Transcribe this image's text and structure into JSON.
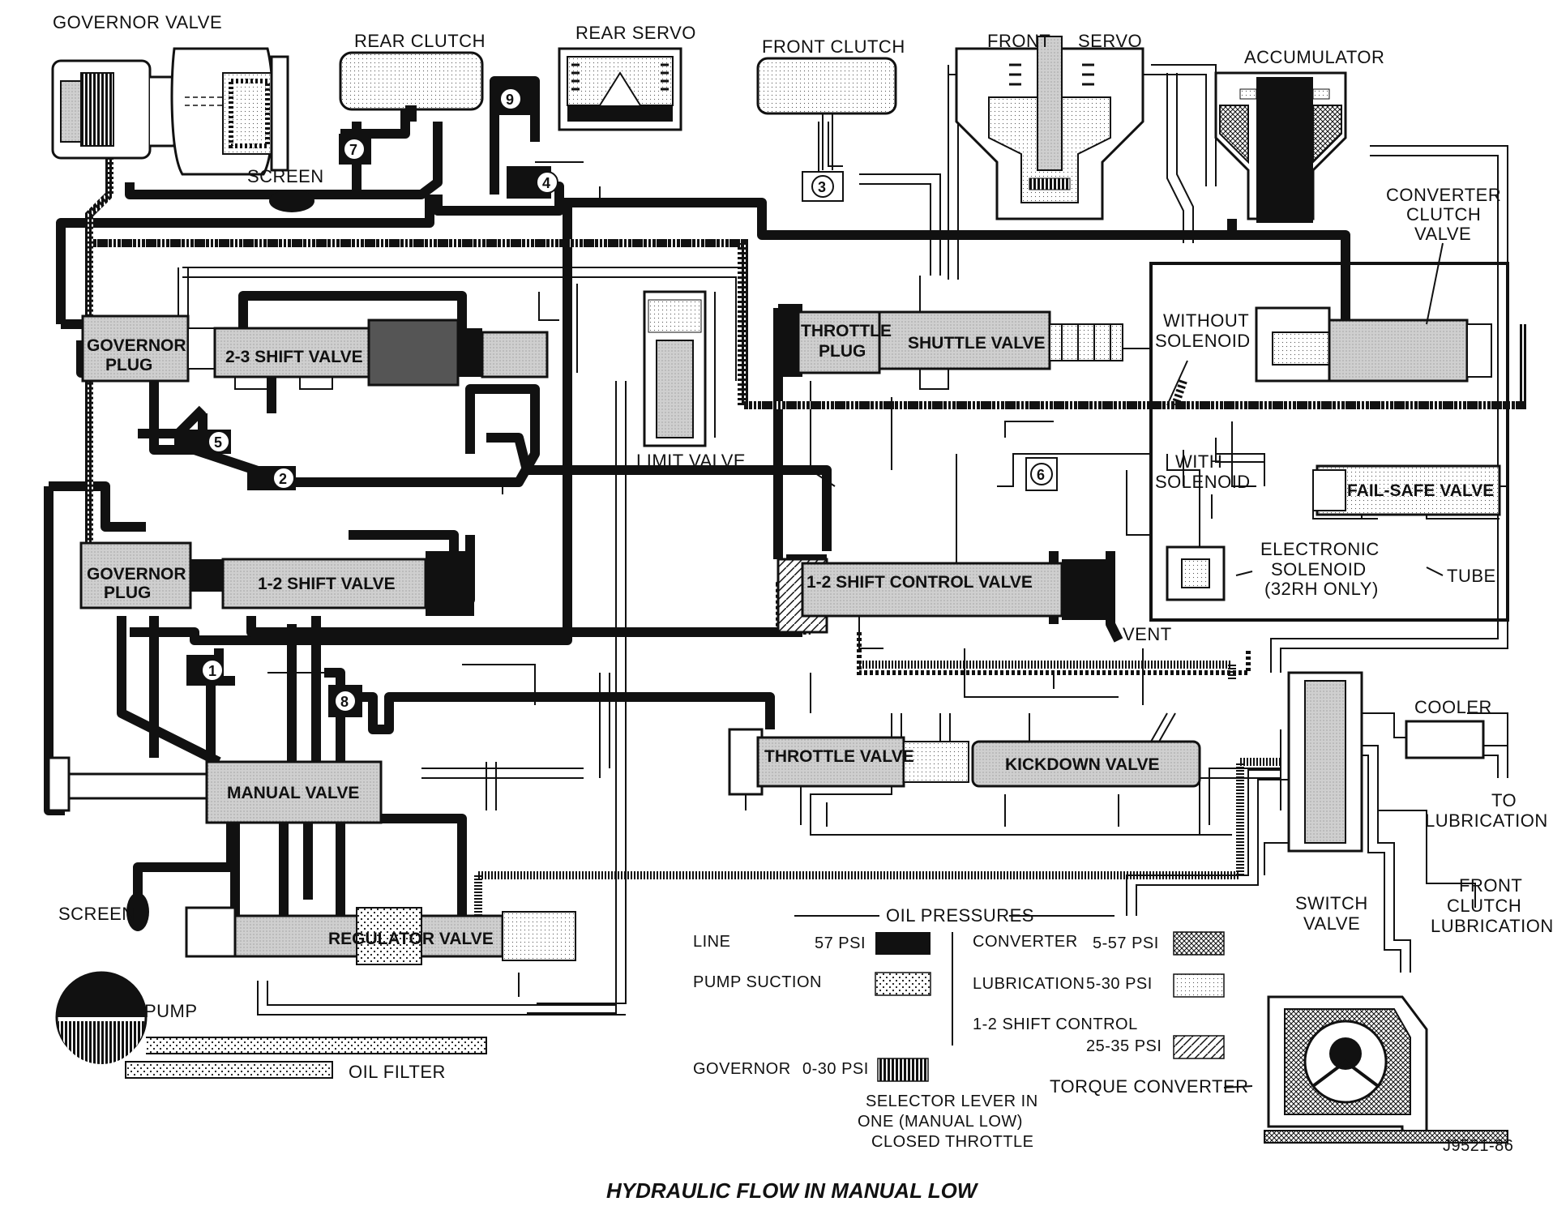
{
  "caption": "HYDRAULIC FLOW IN MANUAL LOW",
  "figure_code": "J9521-86",
  "components": {
    "governor_valve": "GOVERNOR VALVE",
    "rear_clutch": "REAR CLUTCH",
    "rear_servo": "REAR SERVO",
    "front_clutch": "FRONT CLUTCH",
    "front_servo": "FRONT",
    "front_servo_2": "SERVO",
    "accumulator": "ACCUMULATOR",
    "screen_top": "SCREEN",
    "converter_clutch_valve_1": "CONVERTER",
    "converter_clutch_valve_2": "CLUTCH",
    "converter_clutch_valve_3": "VALVE",
    "governor_plug_top_1": "GOVERNOR",
    "governor_plug_top_2": "PLUG",
    "shift_valve_23": "2-3 SHIFT VALVE",
    "limit_valve": "LIMIT VALVE",
    "throttle_plug_1": "THROTTLE",
    "throttle_plug_2": "PLUG",
    "shuttle_valve": "SHUTTLE VALVE",
    "without_solenoid_1": "WITHOUT",
    "without_solenoid_2": "SOLENOID",
    "with_solenoid_1": "WITH",
    "with_solenoid_2": "SOLENOID",
    "fail_safe_valve": "FAIL-SAFE VALVE",
    "electronic_solenoid_1": "ELECTRONIC",
    "electronic_solenoid_2": "SOLENOID",
    "electronic_solenoid_3": "(32RH ONLY)",
    "tube": "TUBE",
    "governor_plug_bottom_1": "GOVERNOR",
    "governor_plug_bottom_2": "PLUG",
    "shift_valve_12": "1-2 SHIFT VALVE",
    "shift_control_valve_12": "1-2 SHIFT CONTROL VALVE",
    "vent": "VENT",
    "throttle_valve": "THROTTLE VALVE",
    "kickdown_valve": "KICKDOWN VALVE",
    "manual_valve": "MANUAL VALVE",
    "cooler": "COOLER",
    "to_lubrication_1": "TO",
    "to_lubrication_2": "LUBRICATION",
    "front_clutch_lub_1": "FRONT",
    "front_clutch_lub_2": "CLUTCH",
    "front_clutch_lub_3": "LUBRICATION",
    "switch_valve_1": "SWITCH",
    "switch_valve_2": "VALVE",
    "screen_bottom": "SCREEN",
    "regulator_valve": "REGULATOR VALVE",
    "pump": "PUMP",
    "oil_filter": "OIL FILTER",
    "torque_converter": "TORQUE CONVERTER"
  },
  "circle_numbers": [
    "1",
    "2",
    "3",
    "4",
    "5",
    "6",
    "7",
    "8",
    "9"
  ],
  "legend": {
    "title": "OIL PRESSURES",
    "items": [
      {
        "label": "LINE",
        "value": "57 PSI",
        "pattern": "solid"
      },
      {
        "label": "PUMP SUCTION",
        "value": "",
        "pattern": "dots"
      },
      {
        "label": "GOVERNOR",
        "value": "0-30 PSI",
        "pattern": "vbars"
      },
      {
        "label": "CONVERTER",
        "value": "5-57 PSI",
        "pattern": "crosshatch"
      },
      {
        "label": "LUBRICATION",
        "value": "5-30 PSI",
        "pattern": "fine"
      },
      {
        "label": "1-2 SHIFT CONTROL",
        "value": "25-35 PSI",
        "pattern": "diagonal"
      }
    ],
    "selector_1": "SELECTOR LEVER IN",
    "selector_2": "ONE (MANUAL LOW)",
    "selector_3": "CLOSED THROTTLE"
  },
  "colors": {
    "ink": "#111111",
    "paper": "#ffffff",
    "fill_light": "#d8d8d8"
  }
}
